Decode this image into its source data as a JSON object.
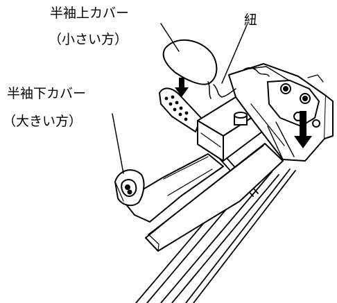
{
  "labels": {
    "upper_cover": "半袖上カバー",
    "upper_cover_note": "（小さい方）",
    "string": "紐",
    "lower_cover": "半袖下カバー",
    "lower_cover_note": "（大きい方）"
  },
  "colors": {
    "line": "#000000",
    "fill": "#ffffff",
    "arrow": "#000000"
  }
}
